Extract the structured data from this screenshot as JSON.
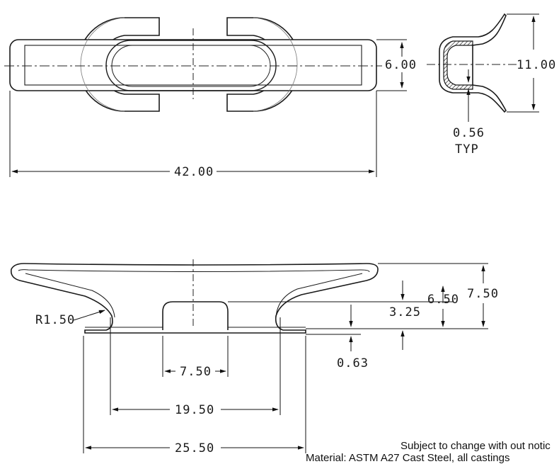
{
  "dimensions": {
    "top_width": "6.00",
    "overall_length": "42.00",
    "end_height": "11.00",
    "wall_thickness": "0.56",
    "wall_thickness_note": "TYP",
    "fillet_radius": "R1.50",
    "center_height": "3.25",
    "body_height": "6.50",
    "overall_height": "7.50",
    "base_thickness": "0.63",
    "center_width": "7.50",
    "inner_span": "19.50",
    "outer_span": "25.50"
  },
  "notes": {
    "line1": "Subject to change with out notic",
    "line2": "Material: ASTM A27 Cast Steel, all castings"
  }
}
